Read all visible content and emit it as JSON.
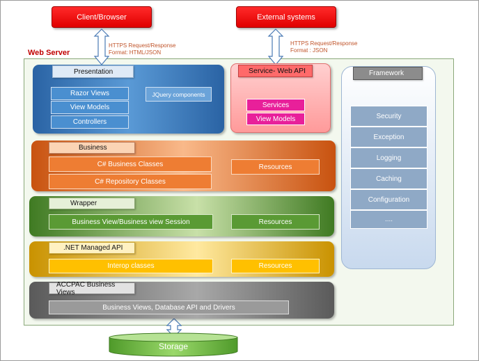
{
  "top": {
    "client": "Client/Browser",
    "external": "External systems",
    "client_note_1": "HTTPS Request/Response",
    "client_note_2": "Format: HTML/JSON",
    "external_note_1": "HTTPS Request/Response",
    "external_note_2": "Format : JSON"
  },
  "web_server_label": "Web Server",
  "presentation": {
    "title": "Presentation",
    "items": [
      "Razor Views",
      "View Models",
      "Controllers"
    ],
    "jquery": "JQuery components"
  },
  "service": {
    "title": "Service- Web API",
    "items": [
      "Services",
      "View Models"
    ]
  },
  "framework": {
    "title": "Framework",
    "items": [
      "Security",
      "Exception",
      "Logging",
      "Caching",
      "Configuration",
      "...."
    ]
  },
  "business": {
    "title": "Business",
    "items": [
      "C# Business Classes",
      "C# Repository Classes"
    ],
    "resources": "Resources"
  },
  "wrapper": {
    "title": "Wrapper",
    "item": "Business View/Business view Session",
    "resources": "Resources"
  },
  "managed_api": {
    "title": ".NET Managed API",
    "item": "Interop classes",
    "resources": "Resources"
  },
  "accpac": {
    "title": "ACCPAC Business Views",
    "item": "Business Views, Database API and  Drivers"
  },
  "storage": "Storage",
  "colors": {
    "red": "#e00000",
    "presentation_blue": "#2e6fb0",
    "service_pink": "#ff8a8a",
    "business_orange": "#e06a1a",
    "wrapper_green": "#4f8a2c",
    "api_gold": "#e8a800",
    "accpac_gray": "#6a6a6a",
    "storage_green": "#7cc24a"
  }
}
